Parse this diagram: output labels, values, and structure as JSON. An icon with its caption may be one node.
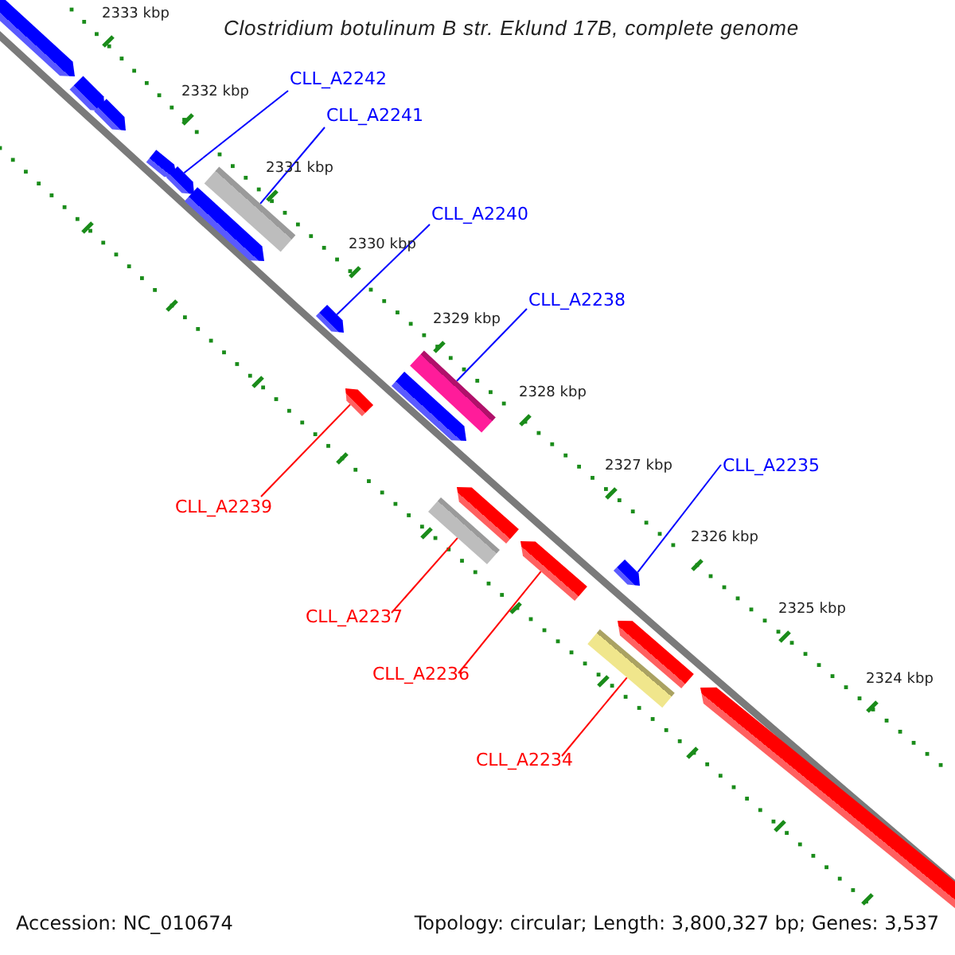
{
  "diagram": {
    "title": "Clostridium botulinum B str. Eklund 17B, complete genome",
    "nodes": [
      {
        "text": [
          "CLL_A2242"
        ]
      },
      {
        "text": [
          "CLL_A2241"
        ]
      },
      {
        "text": [
          "CLL_A2240"
        ]
      },
      {
        "text": [
          "CLL_A2238"
        ]
      },
      {
        "text": [
          "CLL_A2235"
        ]
      },
      {
        "text": [
          "CLL_A2239"
        ]
      },
      {
        "text": [
          "CLL_A2237"
        ]
      },
      {
        "text": [
          "CLL_A2236"
        ]
      },
      {
        "text": [
          "CLL_A2234"
        ]
      },
      {
        "text": [],
        "shape": "pentagon"
      },
      {
        "text": [],
        "shape": "pentagon"
      },
      {
        "text": [],
        "shape": "pentagon"
      },
      {
        "text": [],
        "shape": "pentagon"
      },
      {
        "text": [],
        "shape": "pentagon"
      },
      {
        "text": [],
        "shape": "pentagon"
      },
      {
        "text": [],
        "shape": "bar"
      },
      {
        "text": [],
        "shape": "pentagon"
      },
      {
        "text": [],
        "shape": "pentagon"
      },
      {
        "text": [],
        "shape": "pentagon"
      },
      {
        "text": [],
        "shape": "bar"
      },
      {
        "text": [],
        "shape": "bar"
      },
      {
        "text": [],
        "shape": "pentagon"
      },
      {
        "text": [],
        "shape": "pentagon"
      },
      {
        "text": [],
        "shape": "bar"
      },
      {
        "text": [],
        "shape": "pentagon"
      },
      {
        "text": [],
        "shape": "pentagon"
      },
      {
        "text": [],
        "shape": "pentagon"
      }
    ],
    "edges": [
      {
        "from": 0,
        "to": 13,
        "arrow": "none"
      },
      {
        "from": 1,
        "to": 15,
        "arrow": "none"
      },
      {
        "from": 2,
        "to": 16,
        "arrow": "none"
      },
      {
        "from": 3,
        "to": 19,
        "arrow": "none"
      },
      {
        "from": 4,
        "to": 25,
        "arrow": "none"
      },
      {
        "from": 5,
        "to": 17,
        "arrow": "none",
        "color": "#ff0000"
      },
      {
        "from": 6,
        "to": 20,
        "arrow": "none",
        "color": "#ff0000"
      },
      {
        "from": 7,
        "to": 22,
        "arrow": "none",
        "color": "#ff0000"
      },
      {
        "from": 8,
        "to": 23,
        "arrow": "none",
        "color": "#ff0000"
      }
    ],
    "labels": [
      "2333 kbp",
      "2332 kbp",
      "2331 kbp",
      "2330 kbp",
      "2329 kbp",
      "2328 kbp",
      "2327 kbp",
      "2326 kbp",
      "2325 kbp",
      "2324 kbp",
      "Accession: NC_010674",
      "Topology: circular; Length: 3,800,327 bp; Genes: 3,537"
    ]
  }
}
